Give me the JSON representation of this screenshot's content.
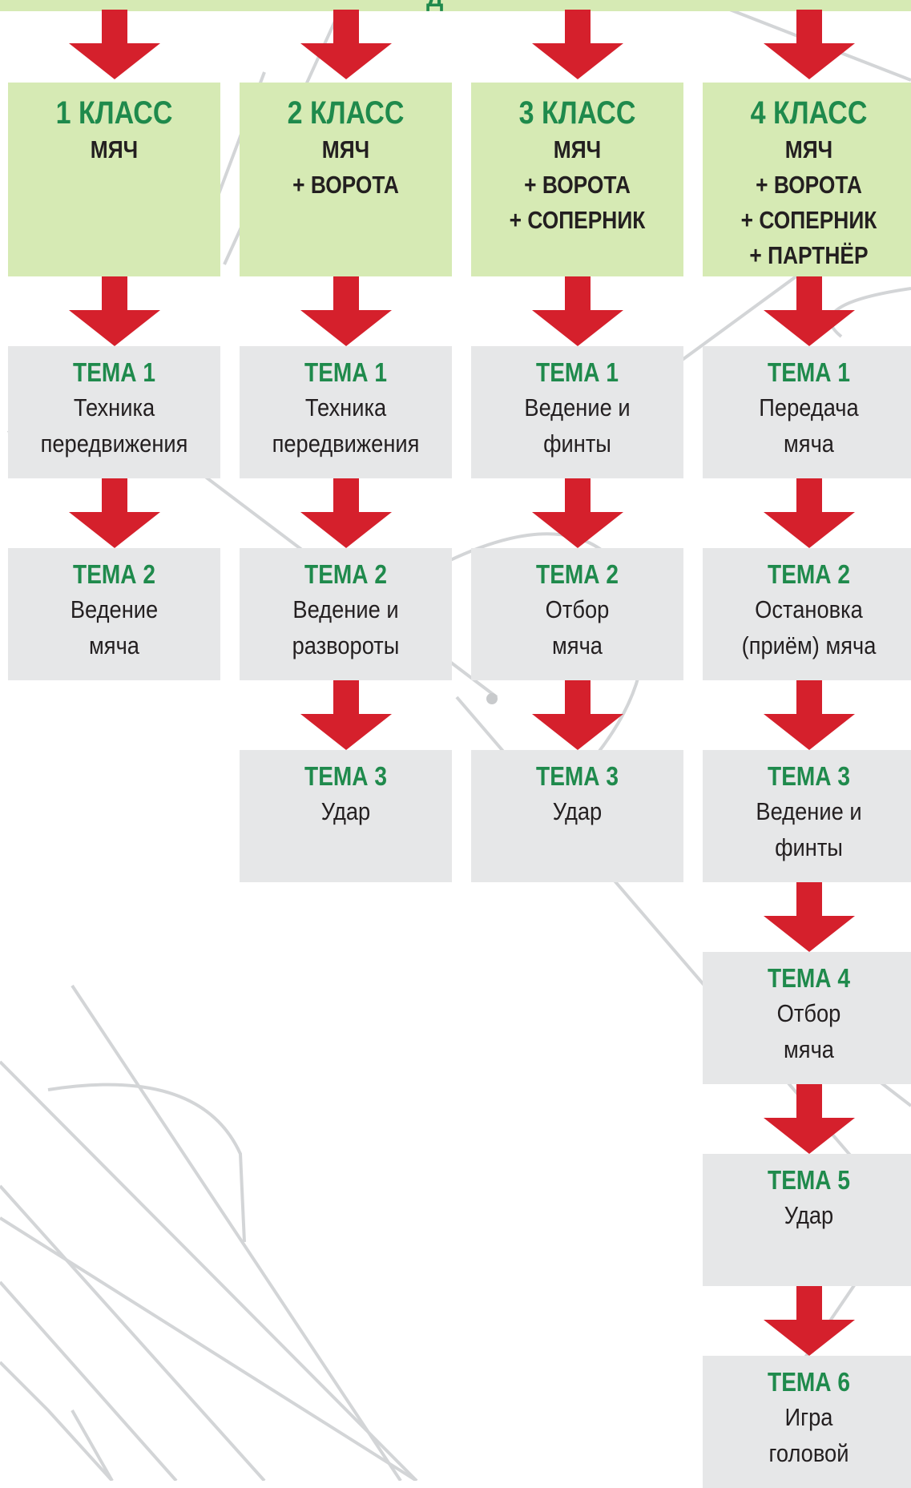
{
  "header": {
    "partial_text": "Д"
  },
  "colors": {
    "arrow": "#d5202c",
    "grade_bg": "#d6eab4",
    "topic_bg": "#e6e7e8",
    "accent_green": "#1f8a4c",
    "field_lines": "#cfd1d3"
  },
  "columns": [
    {
      "grade": "1 КЛАСС",
      "equipment": [
        "МЯЧ"
      ],
      "topics": [
        {
          "title": "ТЕМА 1",
          "lines": [
            "Техника",
            "передвижения"
          ]
        },
        {
          "title": "ТЕМА 2",
          "lines": [
            "Ведение",
            "мяча"
          ]
        }
      ]
    },
    {
      "grade": "2 КЛАСС",
      "equipment": [
        "МЯЧ",
        "+ ВОРОТА"
      ],
      "topics": [
        {
          "title": "ТЕМА 1",
          "lines": [
            "Техника",
            "передвижения"
          ]
        },
        {
          "title": "ТЕМА 2",
          "lines": [
            "Ведение и",
            "развороты"
          ]
        },
        {
          "title": "ТЕМА 3",
          "lines": [
            "Удар"
          ]
        }
      ]
    },
    {
      "grade": "3 КЛАСС",
      "equipment": [
        "МЯЧ",
        "+ ВОРОТА",
        "+ СОПЕРНИК"
      ],
      "topics": [
        {
          "title": "ТЕМА 1",
          "lines": [
            "Ведение и",
            "финты"
          ]
        },
        {
          "title": "ТЕМА 2",
          "lines": [
            "Отбор",
            "мяча"
          ]
        },
        {
          "title": "ТЕМА 3",
          "lines": [
            "Удар"
          ]
        }
      ]
    },
    {
      "grade": "4 КЛАСС",
      "equipment": [
        "МЯЧ",
        "+ ВОРОТА",
        "+ СОПЕРНИК",
        "+ ПАРТНЁР"
      ],
      "topics": [
        {
          "title": "ТЕМА 1",
          "lines": [
            "Передача",
            "мяча"
          ]
        },
        {
          "title": "ТЕМА 2",
          "lines": [
            "Остановка",
            "(приём) мяча"
          ]
        },
        {
          "title": "ТЕМА 3",
          "lines": [
            "Ведение и",
            "финты"
          ]
        },
        {
          "title": "ТЕМА 4",
          "lines": [
            "Отбор",
            "мяча"
          ]
        },
        {
          "title": "ТЕМА 5",
          "lines": [
            "Удар"
          ]
        },
        {
          "title": "ТЕМА 6",
          "lines": [
            "Игра",
            "головой"
          ]
        }
      ]
    }
  ]
}
